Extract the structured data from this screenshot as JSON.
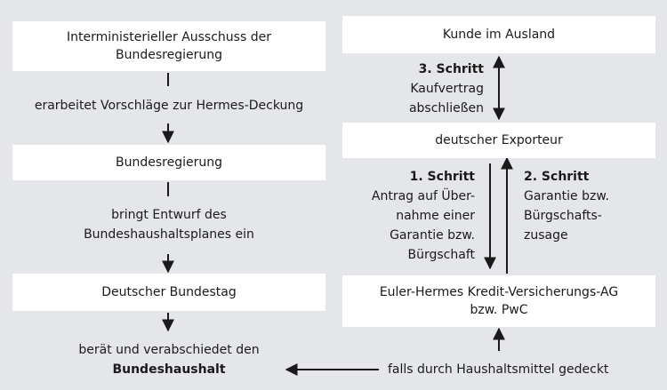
{
  "left": {
    "box_ausschuss": [
      "Interministerieller Ausschuss der",
      "Bundesregierung"
    ],
    "step_vorschlaege": "erarbeitet Vorschläge zur Hermes-Deckung",
    "box_bundesregierung": "Bundesregierung",
    "step_entwurf": [
      "bringt Entwurf des",
      "Bundeshaushaltsplanes ein"
    ],
    "box_bundestag": "Deutscher Bundestag",
    "step_beraet": "berät und verabschiedet den",
    "step_haushalt": "Bundeshaushalt"
  },
  "right": {
    "box_kunde": "Kunde im Ausland",
    "schritt3": {
      "title": "3. Schritt",
      "lines": [
        "Kaufvertrag",
        "abschließen"
      ]
    },
    "box_exporteur": "deutscher Exporteur",
    "schritt1": {
      "title": "1. Schritt",
      "lines": [
        "Antrag auf Über-",
        "nahme einer",
        "Garantie bzw.",
        "Bürgschaft"
      ]
    },
    "schritt2": {
      "title": "2. Schritt",
      "lines": [
        "Garantie bzw.",
        "Bürgschafts-",
        "zusage"
      ]
    },
    "box_euler": [
      "Euler-Hermes Kredit-Versicherungs-AG",
      "bzw. PwC"
    ],
    "step_gedeckt": "falls durch Haushaltsmittel gedeckt"
  },
  "colors": {
    "background": "#e4e6ea",
    "box": "#ffffff",
    "line": "#1a1a1a"
  }
}
